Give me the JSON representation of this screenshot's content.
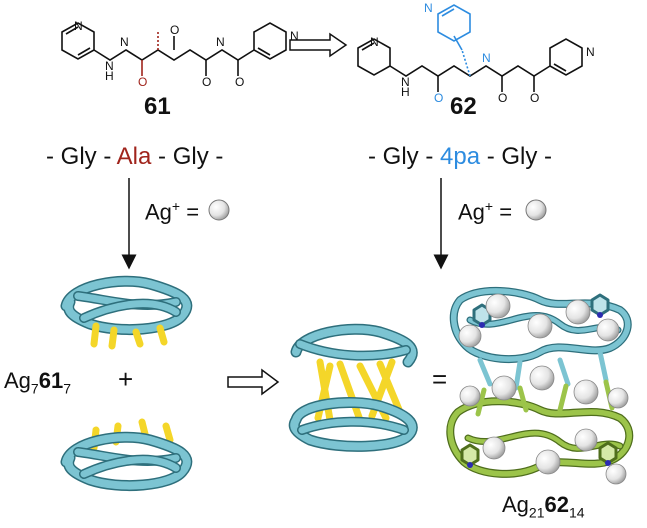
{
  "compounds": {
    "left_id": "61",
    "right_id": "62"
  },
  "sequences": {
    "left": {
      "pre": "- Gly - ",
      "mid": "Ala",
      "post": " - Gly -",
      "mid_color": "#a0241c"
    },
    "right": {
      "pre": "- Gly - ",
      "mid": "4pa",
      "post": " - Gly -",
      "mid_color": "#2d8ce0"
    }
  },
  "reagent": {
    "left": {
      "base": "Ag",
      "sup": "+",
      "eq": " ="
    },
    "right": {
      "base": "Ag",
      "sup": "+",
      "eq": " ="
    }
  },
  "products": {
    "left": {
      "a": "Ag",
      "a_sub": "7",
      "b": "61",
      "b_sub": "7"
    },
    "right": {
      "a": "Ag",
      "a_sub": "21",
      "b": "62",
      "b_sub": "14"
    }
  },
  "symbols": {
    "plus": "+",
    "equals": "="
  },
  "colors": {
    "knot_cyan": "#7cc4d2",
    "knot_yellow": "#f4d629",
    "knot_green": "#9cc44a",
    "silver": "#e9e9e9"
  }
}
